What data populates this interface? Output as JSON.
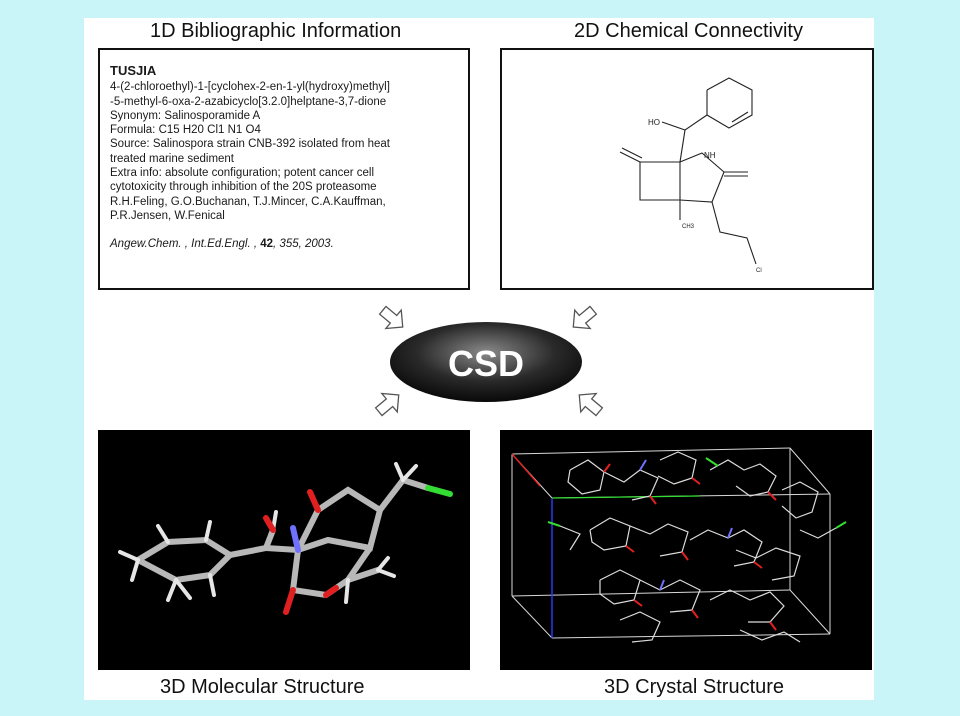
{
  "headings": {
    "biblio": "1D Bibliographic Information",
    "connectivity": "2D Chemical Connectivity",
    "molecular": "3D Molecular Structure",
    "crystal": "3D Crystal Structure"
  },
  "center_label": "CSD",
  "biblio": {
    "refcode": "TUSJIA",
    "name_line1": "4-(2-chloroethyl)-1-[cyclohex-2-en-1-yl(hydroxy)methyl]",
    "name_line2": "-5-methyl-6-oxa-2-azabicyclo[3.2.0]helptane-3,7-dione",
    "synonym": "Synonym: Salinosporamide A",
    "formula": "Formula: C15 H20 Cl1 N1 O4",
    "source_line1": "Source: Salinospora strain CNB-392 isolated from heat",
    "source_line2": "treated marine sediment",
    "extra_line1": "Extra info: absolute configuration; potent cancer cell",
    "extra_line2": "cytotoxicity through inhibition of the 20S proteasome",
    "authors_line1": "R.H.Feling, G.O.Buchanan, T.J.Mincer, C.A.Kauffman,",
    "authors_line2": "P.R.Jensen, W.Fenical",
    "journal": "Angew.Chem. , Int.Ed.Engl. ,",
    "volume": "42",
    "pages_year": ", 355, 2003."
  },
  "structure_labels": {
    "ho": "HO",
    "nh": "NH",
    "ch3": "CH3",
    "cl": "Cl"
  },
  "colors": {
    "page_bg": "#c9f5f9",
    "panel_bg": "#ffffff",
    "render_bg": "#000000",
    "oxygen": "#e02020",
    "nitrogen": "#6a6aff",
    "chlorine": "#33dd33",
    "axis_blue": "#2a3cff"
  }
}
